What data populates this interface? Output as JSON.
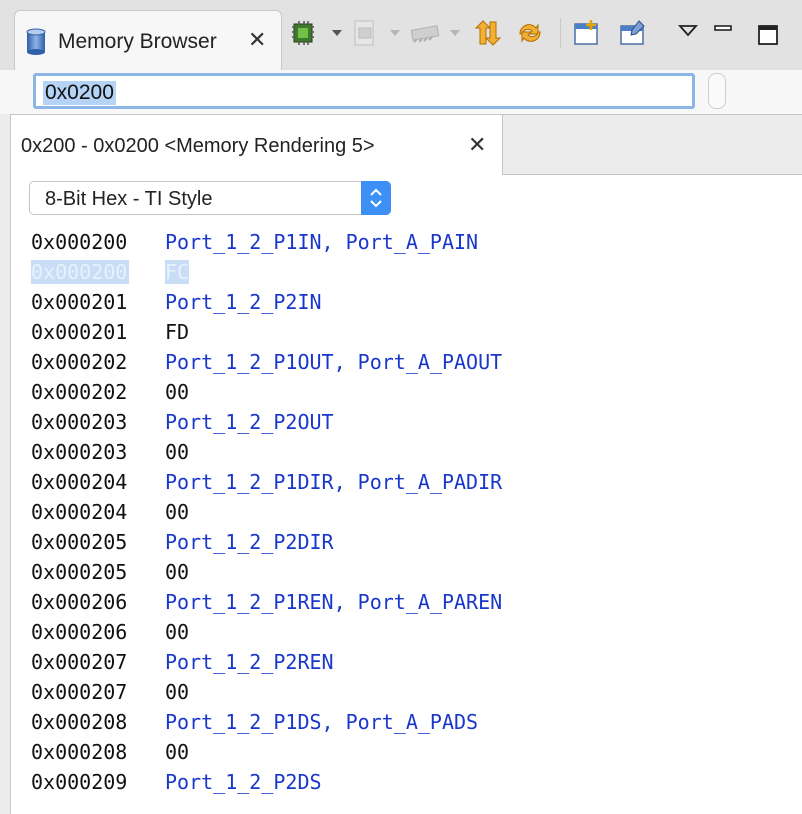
{
  "view_tab": {
    "title": "Memory Browser",
    "icon": "database-icon"
  },
  "toolbar": {
    "buttons": [
      "load-memory-icon",
      "save-memory-icon",
      "fill-memory-icon",
      "import-icon",
      "refresh-icon",
      "new-rendering-icon",
      "new-tab-icon"
    ]
  },
  "window_controls": [
    "view-menu-icon",
    "minimize-icon",
    "maximize-icon"
  ],
  "address": {
    "value": "0x0200"
  },
  "rendering_tab": {
    "title": "0x200 - 0x0200 <Memory Rendering 5>"
  },
  "format": {
    "selected": "8-Bit Hex - TI Style"
  },
  "memory_rows": [
    {
      "address": "0x000200",
      "content": "Port_1_2_P1IN, Port_A_PAIN",
      "kind": "label"
    },
    {
      "address": "0x000200",
      "content": "FC",
      "kind": "value",
      "selected": true
    },
    {
      "address": "0x000201",
      "content": "Port_1_2_P2IN",
      "kind": "label"
    },
    {
      "address": "0x000201",
      "content": "FD",
      "kind": "value"
    },
    {
      "address": "0x000202",
      "content": "Port_1_2_P1OUT, Port_A_PAOUT",
      "kind": "label"
    },
    {
      "address": "0x000202",
      "content": "00",
      "kind": "value"
    },
    {
      "address": "0x000203",
      "content": "Port_1_2_P2OUT",
      "kind": "label"
    },
    {
      "address": "0x000203",
      "content": "00",
      "kind": "value"
    },
    {
      "address": "0x000204",
      "content": "Port_1_2_P1DIR, Port_A_PADIR",
      "kind": "label"
    },
    {
      "address": "0x000204",
      "content": "00",
      "kind": "value"
    },
    {
      "address": "0x000205",
      "content": "Port_1_2_P2DIR",
      "kind": "label"
    },
    {
      "address": "0x000205",
      "content": "00",
      "kind": "value"
    },
    {
      "address": "0x000206",
      "content": "Port_1_2_P1REN, Port_A_PAREN",
      "kind": "label"
    },
    {
      "address": "0x000206",
      "content": "00",
      "kind": "value"
    },
    {
      "address": "0x000207",
      "content": "Port_1_2_P2REN",
      "kind": "label"
    },
    {
      "address": "0x000207",
      "content": "00",
      "kind": "value"
    },
    {
      "address": "0x000208",
      "content": "Port_1_2_P1DS, Port_A_PADS",
      "kind": "label"
    },
    {
      "address": "0x000208",
      "content": "00",
      "kind": "value"
    },
    {
      "address": "0x000209",
      "content": "Port_1_2_P2DS",
      "kind": "label"
    }
  ],
  "colors": {
    "label": "#1a37cc",
    "selection": "#c9ddf6",
    "accent": "#3b8ff5"
  }
}
